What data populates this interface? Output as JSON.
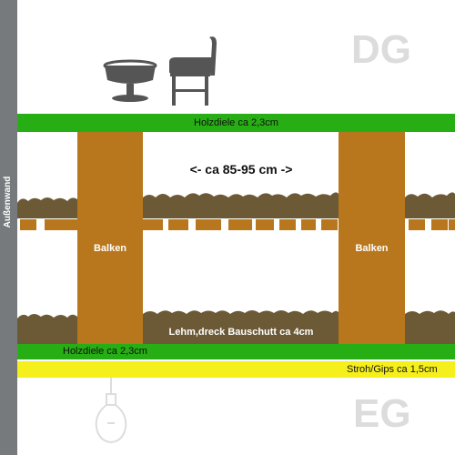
{
  "wall_label": "Außenwand",
  "floor_labels": {
    "upper": "DG",
    "lower": "EG"
  },
  "layers": {
    "top_board": "Holzdiele ca 2,3cm",
    "bottom_board": "Holzdiele ca 2,3cm",
    "straw_plaster": "Stroh/Gips ca 1,5cm",
    "fill": "Lehm,dreck Bauschutt ca 4cm"
  },
  "beams": {
    "left": "Balken",
    "right": "Balken"
  },
  "span": "<- ca 85-95 cm ->",
  "colors": {
    "wall": "#777a7c",
    "board": "#27ae14",
    "straw": "#f5ef1c",
    "beam": "#b8771d",
    "fill": "#6b5a35",
    "floor_label": "#dcdcdc",
    "icons": "#555555"
  },
  "icons": [
    "stool-icon",
    "chair-icon",
    "light-bulb-icon"
  ]
}
